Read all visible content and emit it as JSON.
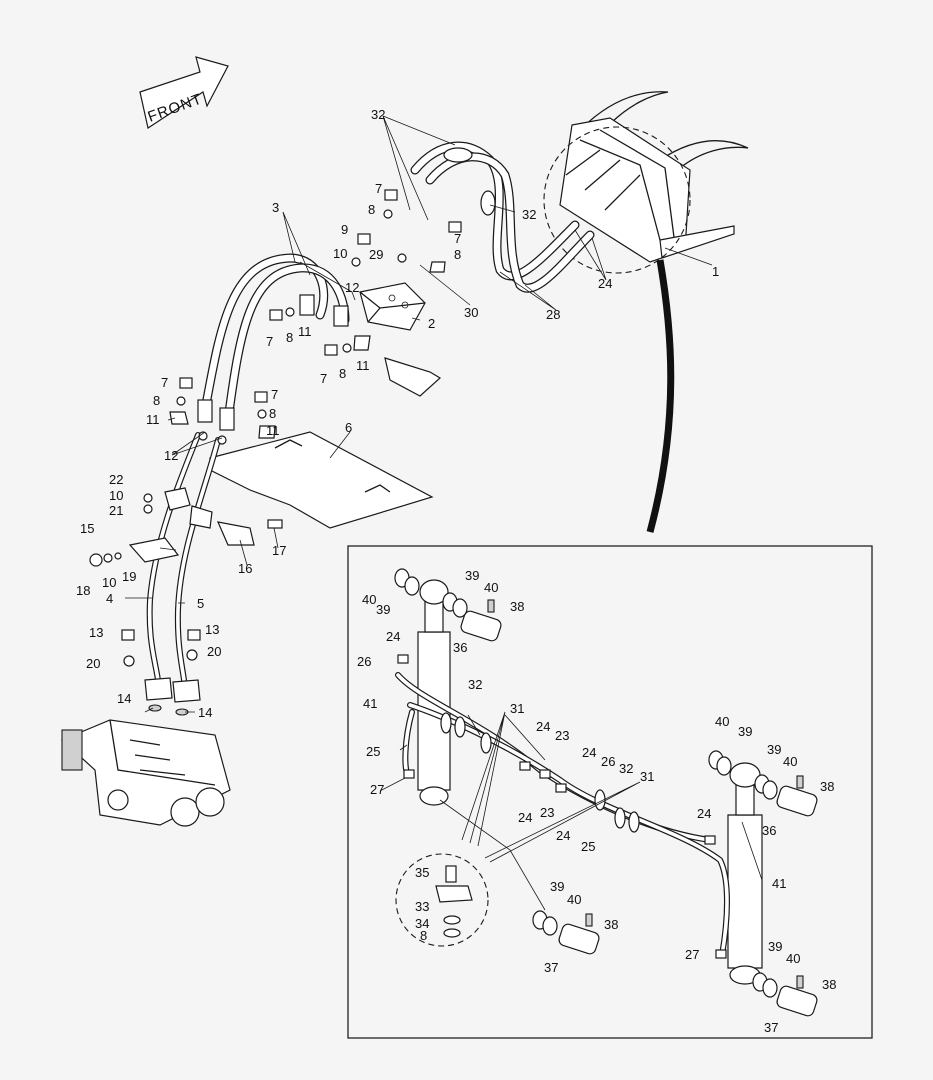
{
  "direction_label": "FRONT",
  "main_callouts": [
    "32",
    "7",
    "8",
    "32",
    "3",
    "9",
    "10",
    "29",
    "7",
    "8",
    "1",
    "24",
    "30",
    "12",
    "28",
    "2",
    "7",
    "8",
    "11",
    "7",
    "8",
    "11",
    "7",
    "8",
    "7",
    "8",
    "11",
    "11",
    "6",
    "12",
    "22",
    "10",
    "21",
    "17",
    "15",
    "16",
    "18",
    "10",
    "19",
    "4",
    "5",
    "13",
    "13",
    "20",
    "20",
    "14",
    "14"
  ],
  "inset_callouts": [
    "40",
    "39",
    "39",
    "40",
    "38",
    "24",
    "36",
    "26",
    "32",
    "31",
    "41",
    "24",
    "23",
    "24",
    "26",
    "32",
    "31",
    "40",
    "39",
    "39",
    "40",
    "38",
    "25",
    "27",
    "24",
    "23",
    "24",
    "25",
    "24",
    "36",
    "41",
    "35",
    "33",
    "34",
    "8",
    "39",
    "40",
    "38",
    "37",
    "27",
    "39",
    "40",
    "38",
    "37"
  ]
}
